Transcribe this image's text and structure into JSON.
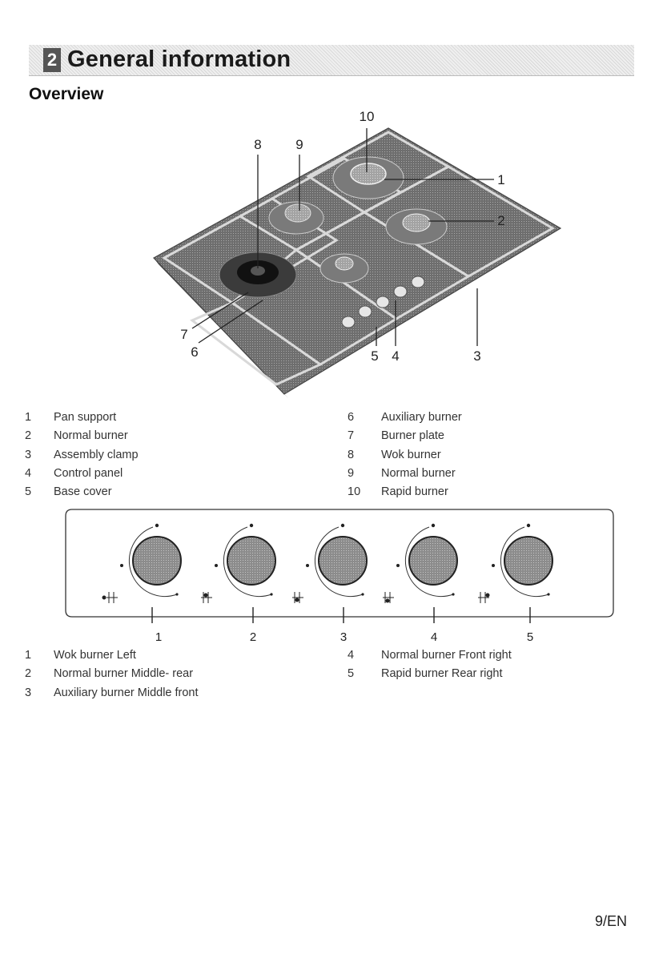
{
  "header": {
    "chapter_number": "2",
    "chapter_title": "General information"
  },
  "section": {
    "title": "Overview"
  },
  "diagram_callouts": [
    "1",
    "2",
    "3",
    "4",
    "5",
    "6",
    "7",
    "8",
    "9",
    "10"
  ],
  "overview_items": [
    {
      "num": "1",
      "label": "Pan support"
    },
    {
      "num": "2",
      "label": "Normal burner"
    },
    {
      "num": "3",
      "label": "Assembly clamp"
    },
    {
      "num": "4",
      "label": "Control panel"
    },
    {
      "num": "5",
      "label": "Base cover"
    },
    {
      "num": "6",
      "label": "Auxiliary burner"
    },
    {
      "num": "7",
      "label": "Burner plate"
    },
    {
      "num": "8",
      "label": "Wok burner"
    },
    {
      "num": "9",
      "label": "Normal burner"
    },
    {
      "num": "10",
      "label": "Rapid burner"
    }
  ],
  "knob_callouts": [
    "1",
    "2",
    "3",
    "4",
    "5"
  ],
  "knob_items": [
    {
      "num": "1",
      "label": "Wok burner Left"
    },
    {
      "num": "2",
      "label": "Normal burner Middle- rear"
    },
    {
      "num": "3",
      "label": "Auxiliary burner Middle front"
    },
    {
      "num": "4",
      "label": "Normal burner Front right"
    },
    {
      "num": "5",
      "label": "Rapid burner Rear right"
    }
  ],
  "footer": {
    "page_number": "9/EN"
  }
}
